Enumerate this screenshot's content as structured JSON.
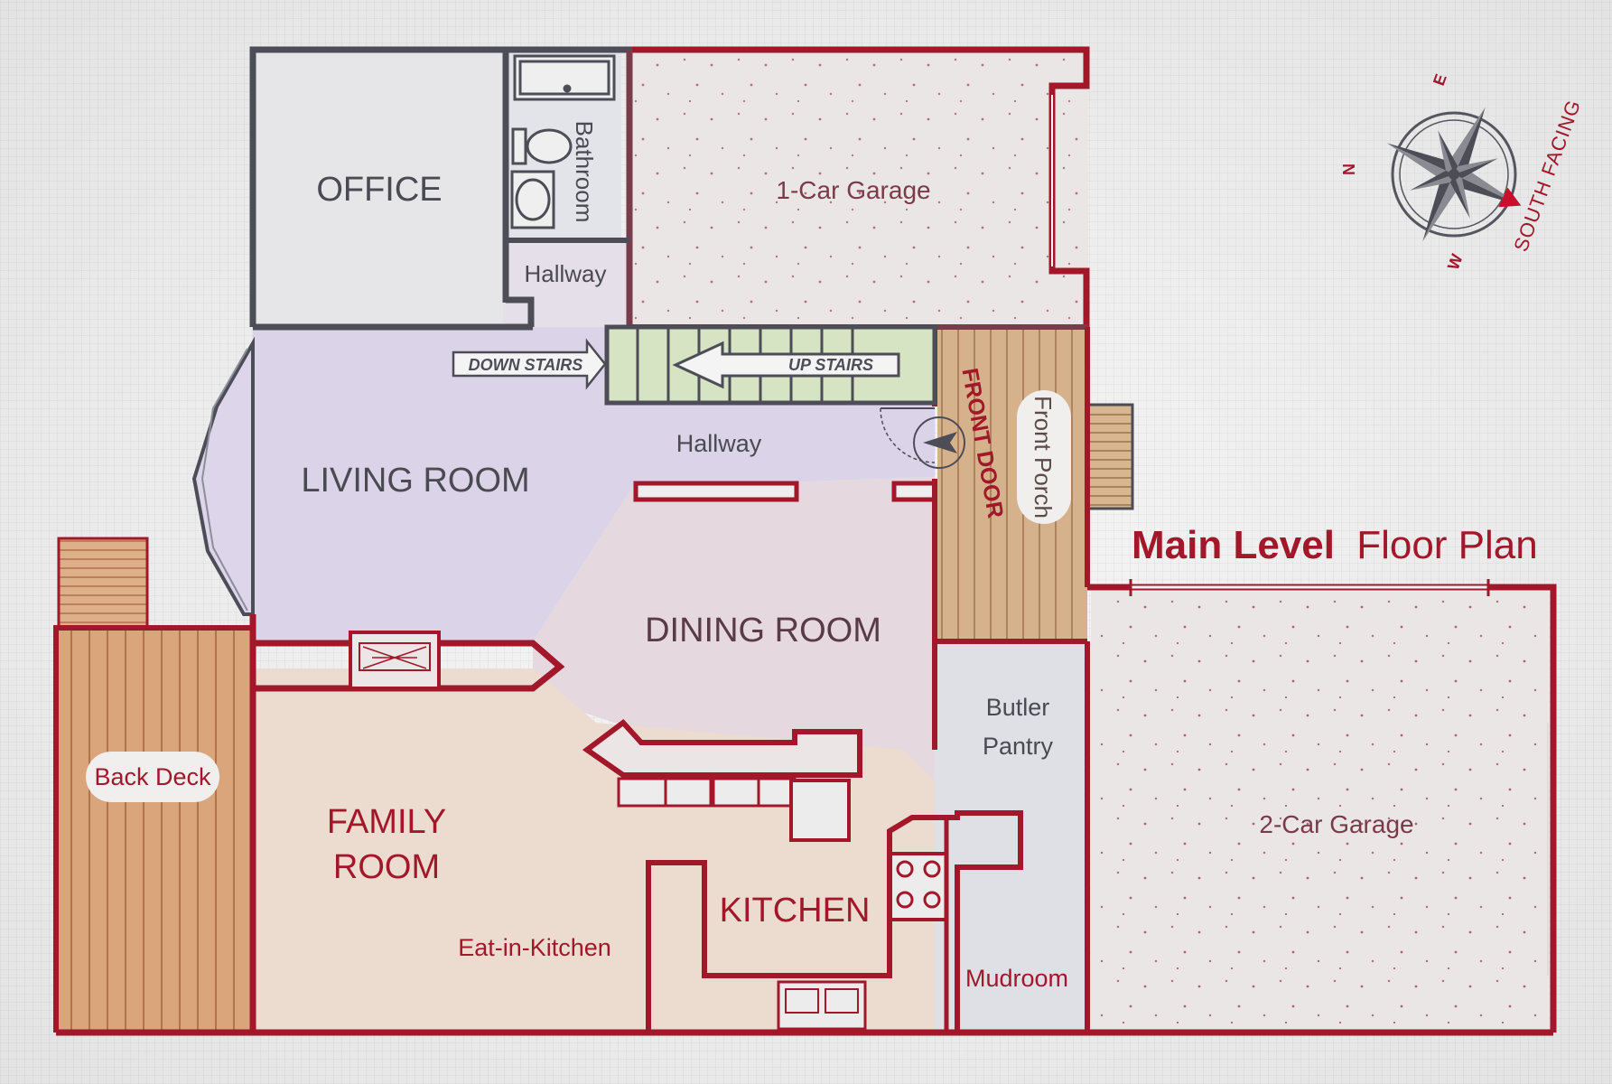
{
  "title": {
    "bold": "Main Level",
    "light": "Floor Plan"
  },
  "compass": {
    "n": "N",
    "e": "E",
    "w": "W",
    "facing": "SOUTH FACING"
  },
  "rooms": {
    "office": "OFFICE",
    "bathroom": "Bathroom",
    "hallway_top": "Hallway",
    "garage_1car": "1-Car Garage",
    "living_room": "LIVING ROOM",
    "hallway_mid": "Hallway",
    "dining_room": "DINING ROOM",
    "front_porch": "Front Porch",
    "front_door": "FRONT DOOR",
    "back_deck": "Back Deck",
    "family_room_1": "FAMILY",
    "family_room_2": "ROOM",
    "kitchen": "KITCHEN",
    "eat_in_kitchen": "Eat-in-Kitchen",
    "butler_pantry_1": "Butler",
    "butler_pantry_2": "Pantry",
    "mudroom": "Mudroom",
    "garage_2car": "2-Car Garage"
  },
  "stairs": {
    "down": "DOWN STAIRS",
    "up": "UP STAIRS"
  },
  "colors": {
    "wall_dark": "#4d4d57",
    "wall_red": "#b0182a",
    "text_dark": "#4a4a52",
    "text_red": "#a3172a",
    "deck": "#dba57b",
    "porch": "#d4b08a",
    "stairs": "#d6e4c4",
    "living": "#d8d2e6",
    "dining": "#e4d4dc",
    "family": "#ecd8cc"
  }
}
